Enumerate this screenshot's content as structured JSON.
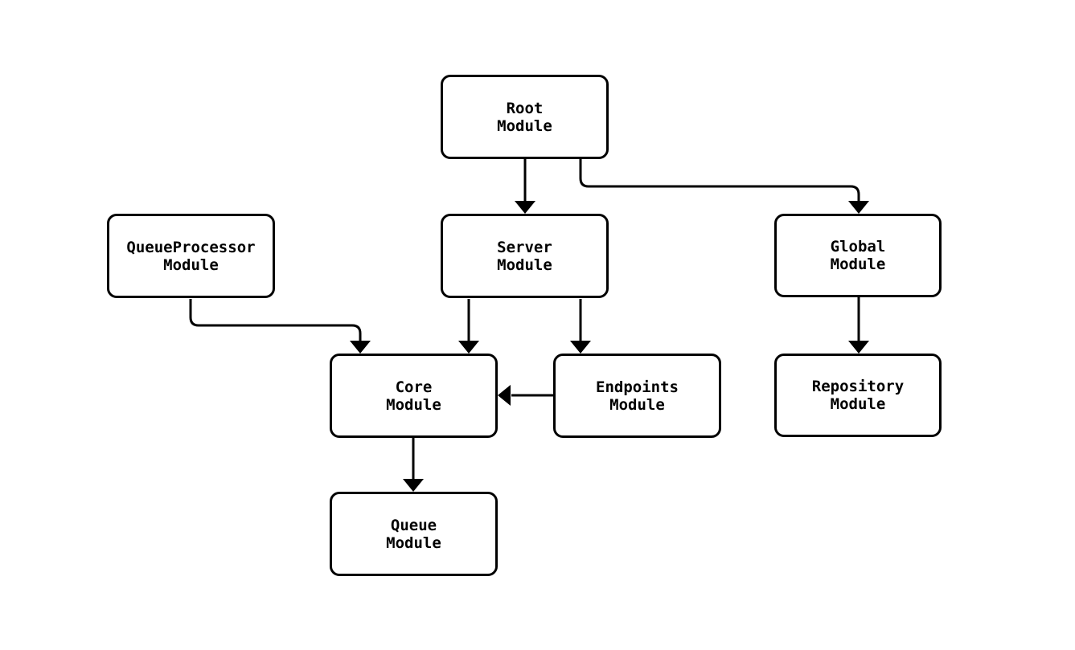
{
  "diagram": {
    "type": "flowchart",
    "background_color": "#ffffff",
    "node_fill_color": "#ffffff",
    "line_color": "#000000",
    "text_color": "#000000",
    "nodes": [
      {
        "id": "root",
        "line1": "Root",
        "line2": "Module"
      },
      {
        "id": "queueprocessor",
        "line1": "QueueProcessor",
        "line2": "Module"
      },
      {
        "id": "server",
        "line1": "Server",
        "line2": "Module"
      },
      {
        "id": "global",
        "line1": "Global",
        "line2": "Module"
      },
      {
        "id": "core",
        "line1": "Core",
        "line2": "Module"
      },
      {
        "id": "endpoints",
        "line1": "Endpoints",
        "line2": "Module"
      },
      {
        "id": "repository",
        "line1": "Repository",
        "line2": "Module"
      },
      {
        "id": "queue",
        "line1": "Queue",
        "line2": "Module"
      }
    ],
    "edges": [
      {
        "from": "root",
        "to": "server",
        "style": "straight-down"
      },
      {
        "from": "root",
        "to": "global",
        "style": "elbow-right-down"
      },
      {
        "from": "queueprocessor",
        "to": "core",
        "style": "elbow-right-down"
      },
      {
        "from": "server",
        "to": "core",
        "style": "straight-down"
      },
      {
        "from": "server",
        "to": "endpoints",
        "style": "straight-down"
      },
      {
        "from": "endpoints",
        "to": "core",
        "style": "straight-left"
      },
      {
        "from": "global",
        "to": "repository",
        "style": "straight-down"
      },
      {
        "from": "core",
        "to": "queue",
        "style": "straight-down"
      }
    ]
  }
}
